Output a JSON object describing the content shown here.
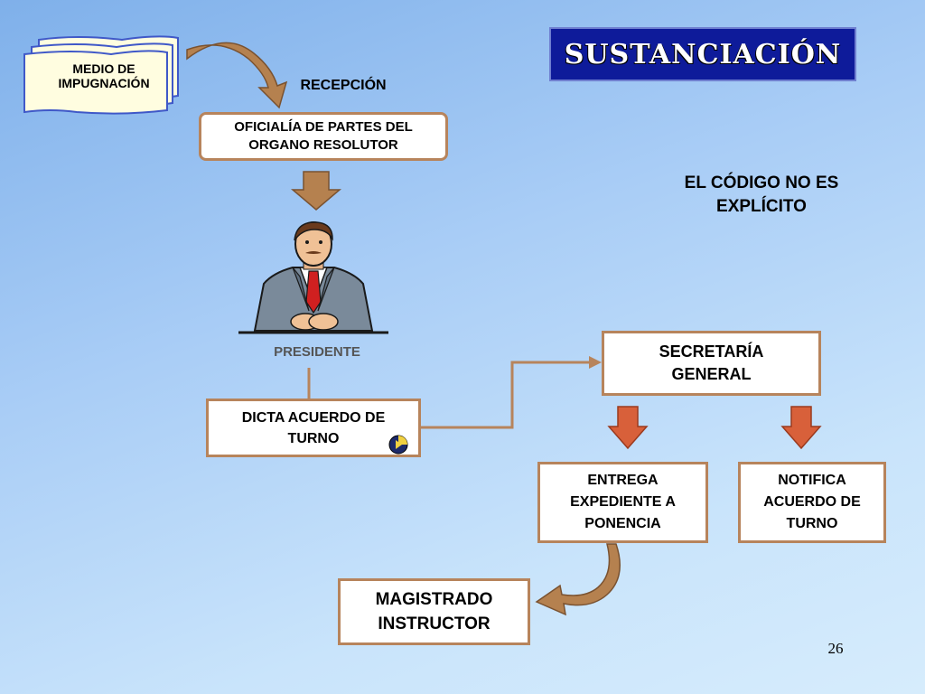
{
  "slide": {
    "title": "SUSTANCIACIÓN",
    "page_number": "26"
  },
  "doc_stack": {
    "text": "MEDIO DE\nIMPUGNACIÓN"
  },
  "labels": {
    "recepcion": "RECEPCIÓN",
    "presidente": "PRESIDENTE",
    "codigo": "EL CÓDIGO NO ES\nEXPLÍCITO"
  },
  "boxes": {
    "oficialia": "OFICIALÍA DE PARTES DEL\nORGANO RESOLUTOR",
    "dicta": "DICTA ACUERDO DE\nTURNO",
    "secretaria": "SECRETARÍA\nGENERAL",
    "entrega": "ENTREGA\nEXPEDIENTE A\nPONENCIA",
    "notifica": "NOTIFICA\nACUERDO DE\nTURNO",
    "magistrado": "MAGISTRADO\nINSTRUCTOR"
  },
  "colors": {
    "box_border": "#b7845c",
    "arrow_brown": "#b5814f",
    "arrow_red": "#d8603a",
    "title_bg": "#0e1b9a",
    "presidente_text": "#555555"
  },
  "icons": [
    "document-stack-icon",
    "curved-arrow-icon",
    "down-arrow-icon",
    "presidente-figure",
    "sound-icon"
  ]
}
